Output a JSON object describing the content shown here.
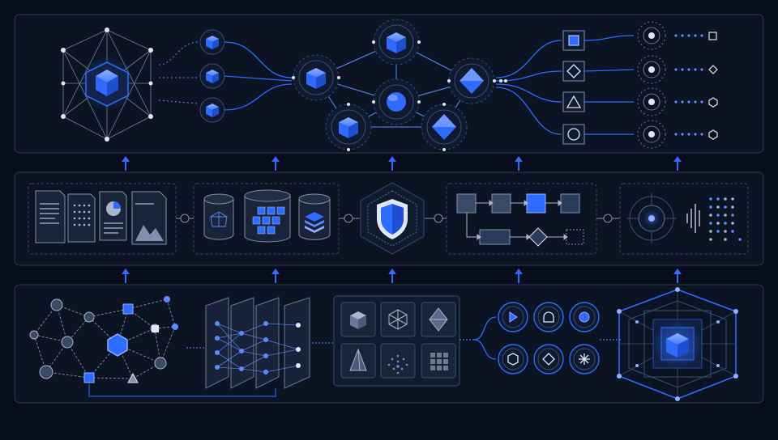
{
  "theme": {
    "background": "#070d1a",
    "panel_fill": "#0c1424",
    "panel_stroke": "#2b3a52",
    "accent": "#2f6bff",
    "accent_light": "#5b8cff",
    "line": "#9fb0cc",
    "dim": "#4a5a78"
  },
  "tiers": [
    {
      "id": "top",
      "nodes": [
        "network-hub",
        "cube-nodes",
        "cube-graph",
        "shape-outputs",
        "ring-targets"
      ]
    },
    {
      "id": "middle",
      "stages": [
        "documents",
        "databases",
        "shield",
        "workflow",
        "signal"
      ]
    },
    {
      "id": "bottom",
      "nodes": [
        "node-graph",
        "layer-stack",
        "shape-grid",
        "icon-circles",
        "core-hexagon"
      ]
    }
  ],
  "top_outputs": {
    "shape_boxes": [
      "square-icon",
      "diamond-icon",
      "triangle-icon",
      "circle-icon"
    ],
    "end_shapes": [
      "square-icon",
      "diamond-icon",
      "hexagon-icon",
      "hexagon-icon"
    ]
  },
  "bottom_shape_grid": [
    "cube-icon",
    "wire-cube-icon",
    "octahedron-icon",
    "pyramid-icon",
    "particle-icon",
    "grid-icon"
  ],
  "bottom_icon_circles": [
    "play-icon",
    "dome-icon",
    "dot-icon",
    "hexagon-icon",
    "diamond-icon",
    "star-icon"
  ]
}
